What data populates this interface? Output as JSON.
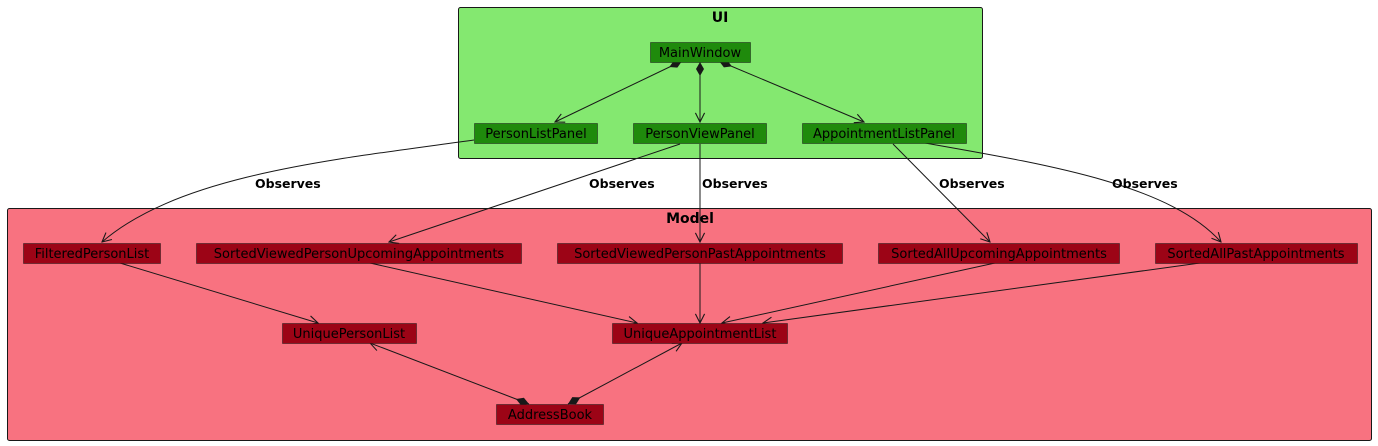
{
  "colors": {
    "ui_package_fill": "#84E870",
    "ui_node_fill": "#1F8A0C",
    "model_package_fill": "#F87280",
    "model_node_fill": "#9C0416",
    "edge_stroke": "#181818"
  },
  "packages": {
    "ui": {
      "title": "UI"
    },
    "model": {
      "title": "Model"
    }
  },
  "nodes": {
    "main_window": "MainWindow",
    "person_list_panel": "PersonListPanel",
    "person_view_panel": "PersonViewPanel",
    "appointment_list_panel": "AppointmentListPanel",
    "filtered_person_list": "FilteredPersonList",
    "sorted_viewed_person_upcoming_appointments": "SortedViewedPersonUpcomingAppointments",
    "sorted_viewed_person_past_appointments": "SortedViewedPersonPastAppointments",
    "sorted_all_upcoming_appointments": "SortedAllUpcomingAppointments",
    "sorted_all_past_appointments": "SortedAllPastAppointments",
    "unique_person_list": "UniquePersonList",
    "unique_appointment_list": "UniqueAppointmentList",
    "address_book": "AddressBook"
  },
  "edge_labels": {
    "person_list_observes": "Observes",
    "view_upcoming_observes": "Observes",
    "view_past_observes": "Observes",
    "appt_upcoming_observes": "Observes",
    "appt_past_observes": "Observes"
  },
  "relationships": [
    {
      "from": "main_window",
      "to": "person_list_panel",
      "kind": "composition"
    },
    {
      "from": "main_window",
      "to": "person_view_panel",
      "kind": "composition"
    },
    {
      "from": "main_window",
      "to": "appointment_list_panel",
      "kind": "composition"
    },
    {
      "from": "person_list_panel",
      "to": "filtered_person_list",
      "kind": "association",
      "label": "Observes"
    },
    {
      "from": "person_view_panel",
      "to": "sorted_viewed_person_upcoming_appointments",
      "kind": "association",
      "label": "Observes"
    },
    {
      "from": "person_view_panel",
      "to": "sorted_viewed_person_past_appointments",
      "kind": "association",
      "label": "Observes"
    },
    {
      "from": "appointment_list_panel",
      "to": "sorted_all_upcoming_appointments",
      "kind": "association",
      "label": "Observes"
    },
    {
      "from": "appointment_list_panel",
      "to": "sorted_all_past_appointments",
      "kind": "association",
      "label": "Observes"
    },
    {
      "from": "filtered_person_list",
      "to": "unique_person_list",
      "kind": "association"
    },
    {
      "from": "sorted_viewed_person_upcoming_appointments",
      "to": "unique_appointment_list",
      "kind": "association"
    },
    {
      "from": "sorted_viewed_person_past_appointments",
      "to": "unique_appointment_list",
      "kind": "association"
    },
    {
      "from": "sorted_all_upcoming_appointments",
      "to": "unique_appointment_list",
      "kind": "association"
    },
    {
      "from": "sorted_all_past_appointments",
      "to": "unique_appointment_list",
      "kind": "association"
    },
    {
      "from": "address_book",
      "to": "unique_person_list",
      "kind": "composition"
    },
    {
      "from": "address_book",
      "to": "unique_appointment_list",
      "kind": "composition"
    }
  ]
}
